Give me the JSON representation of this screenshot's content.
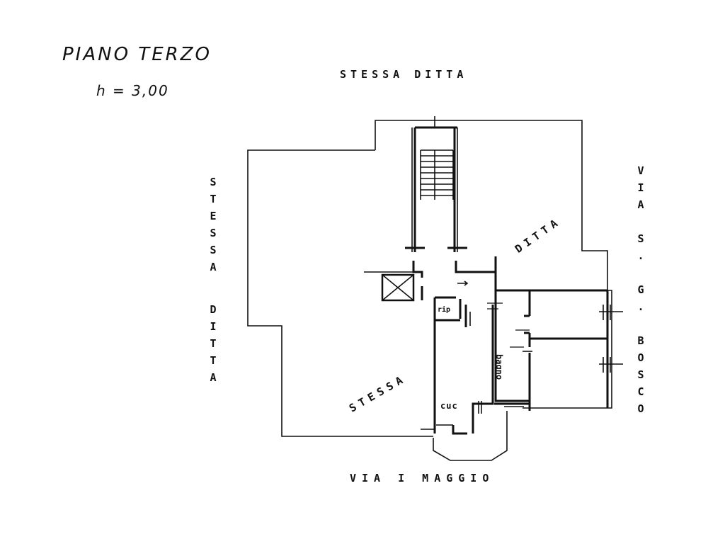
{
  "title": "PIANO TERZO",
  "height_label": "h = 3,00",
  "labels": {
    "top": "STESSA  DITTA",
    "left_1": "STESSA",
    "left_2": "DITTA",
    "right": "VIA S. G. BOSCO",
    "bottom": "VIA I MAGGIO",
    "inner_ditta": "DITTA",
    "inner_stessa": "STESSA",
    "kitchen": "cuc",
    "wc": "rip",
    "bath": "bagno"
  },
  "colors": {
    "ink": "#111111",
    "paper": "#ffffff"
  }
}
